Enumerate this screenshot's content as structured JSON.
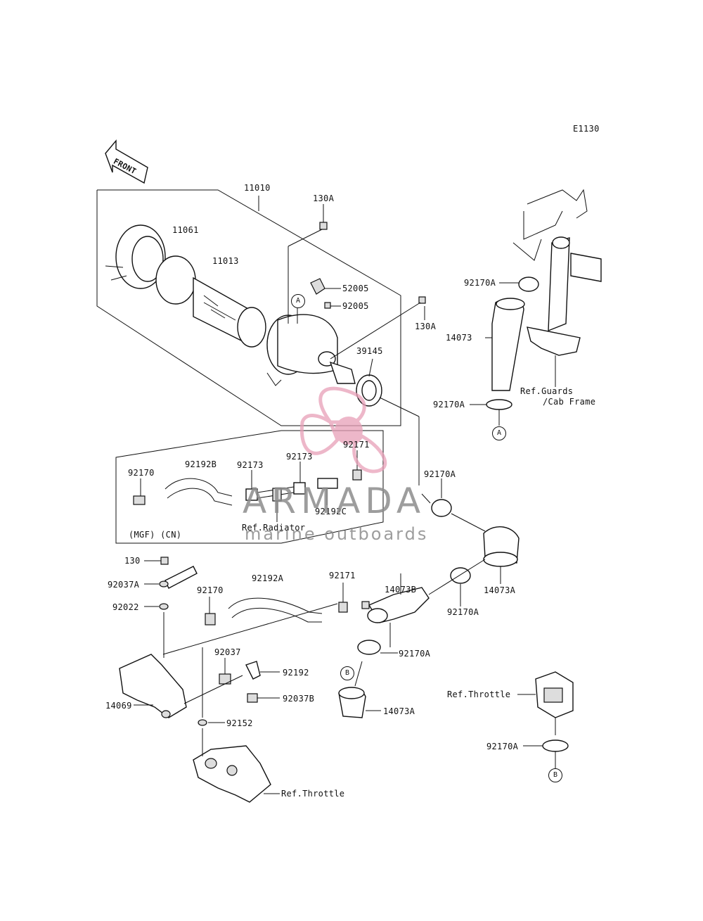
{
  "diagram_code": "E1130",
  "front_label": "FRONT",
  "watermark": {
    "title": "ARMADA",
    "subtitle": "marine outboards",
    "color": "#e8a0b8"
  },
  "labels": {
    "p11010": "11010",
    "p130A_top": "130A",
    "p11061": "11061",
    "p11013": "11013",
    "p52005": "52005",
    "p92005": "92005",
    "p130A_right": "130A",
    "p39145": "39145",
    "p92171_box": "92171",
    "p92170_box": "92170",
    "p92192B": "92192B",
    "p92173_a": "92173",
    "p92173_b": "92173",
    "p92192C": "92192C",
    "ref_radiator": "Ref.Radiator",
    "mgf_cn": "(MGF) (CN)",
    "p92170A_r1": "92170A",
    "p14073": "14073",
    "p92170A_r2": "92170A",
    "ref_guards": "Ref.Guards",
    "cab_frame": "/Cab Frame",
    "p92170A_mid": "92170A",
    "p14073A_r": "14073A",
    "p92170A_low": "92170A",
    "p130": "130",
    "p92037A": "92037A",
    "p92022": "92022",
    "p92170_low": "92170",
    "p92192A": "92192A",
    "p92171_low": "92171",
    "p14073B": "14073B",
    "p92170A_c": "92170A",
    "p92037": "92037",
    "p92192": "92192",
    "p92037B": "92037B",
    "p14069": "14069",
    "p92152": "92152",
    "p14073A_c": "14073A",
    "ref_throttle_low": "Ref.Throttle",
    "ref_throttle_right": "Ref.Throttle",
    "p92170A_br": "92170A"
  },
  "callouts": {
    "A1": "A",
    "A2": "A",
    "B1": "B",
    "B2": "B"
  }
}
